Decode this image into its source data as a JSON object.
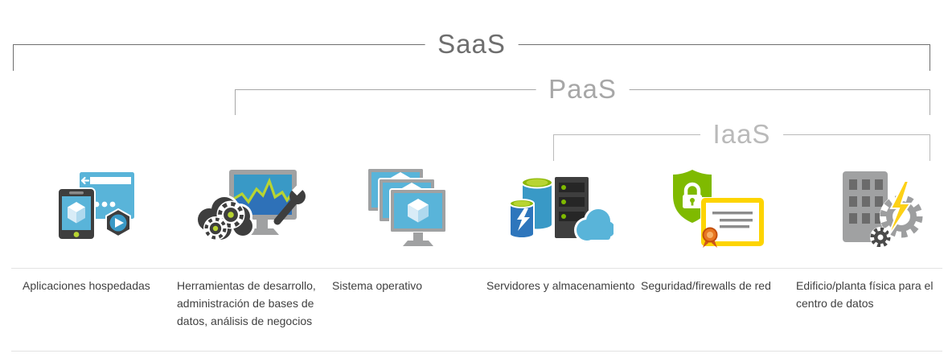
{
  "diagram_title": "Cloud service models (SaaS / PaaS / IaaS) layer comparison",
  "brackets": [
    {
      "id": "saas",
      "label": "SaaS",
      "color": "#6E6E6E"
    },
    {
      "id": "paas",
      "label": "PaaS",
      "color": "#A7A7A7"
    },
    {
      "id": "iaas",
      "label": "IaaS",
      "color": "#BABABA"
    }
  ],
  "columns": [
    {
      "icon": "hosted-apps-icon",
      "label": "Aplicaciones hospedadas"
    },
    {
      "icon": "dev-tools-icon",
      "label": "Herramientas de desarrollo, administración de bases de datos, análisis de negocios"
    },
    {
      "icon": "operating-system-icon",
      "label": "Sistema operativo"
    },
    {
      "icon": "servers-storage-icon",
      "label": "Servidores y almacenamiento"
    },
    {
      "icon": "security-firewalls-icon",
      "label": "Seguridad/firewalls de red"
    },
    {
      "icon": "datacenter-building-icon",
      "label": "Edificio/planta física para el centro de datos"
    }
  ],
  "colors": {
    "label_text": "#404040",
    "separator": "#E2E2E2",
    "azure_light_blue": "#59B4D9",
    "azure_blue": "#3999C6",
    "azure_dark_blue": "#2E76BC",
    "green": "#7FBA00",
    "lime": "#B8D432",
    "dark_gray": "#3E3E3E",
    "gray": "#A0A1A2",
    "yellow": "#FDD116",
    "orange": "#E87722"
  }
}
